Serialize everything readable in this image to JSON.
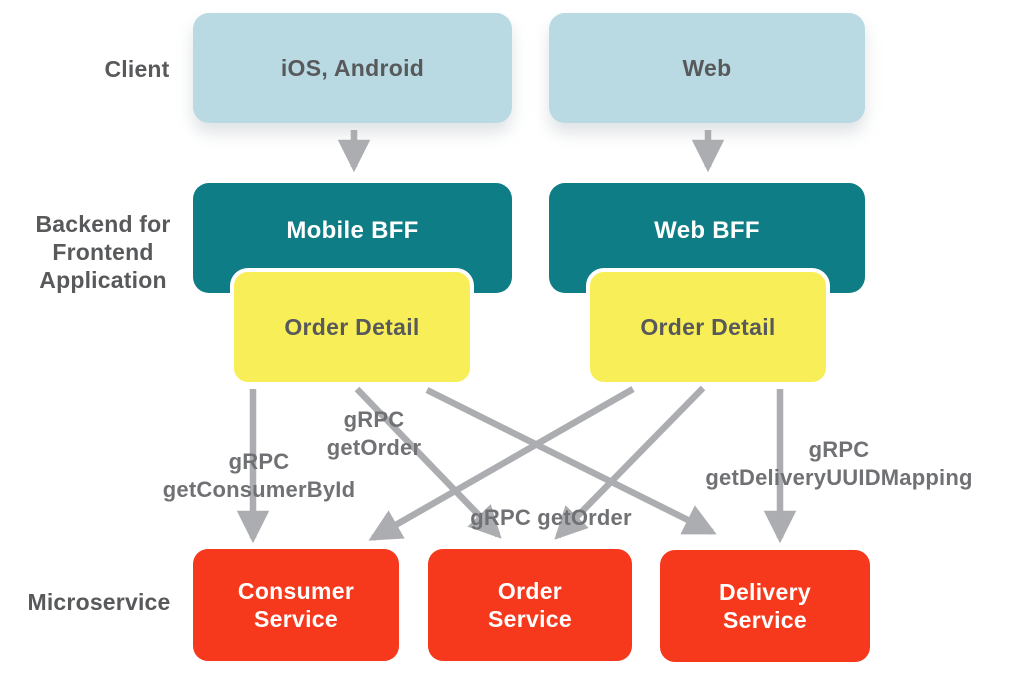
{
  "title": "Backend for Frontend architecture diagram",
  "colors": {
    "client-box": "#b9d9e3",
    "bff-box": "#0e7d85",
    "detail-box": "#f8ee58",
    "service-box": "#f6391c",
    "arrow": "#abadb0",
    "label-dark": "#58595b",
    "label-mid": "#707174",
    "text-on-dark": "#ffffff",
    "bg": "#ffffff"
  },
  "layers": {
    "client": {
      "label": "Client",
      "boxes": [
        {
          "label": "iOS, Android"
        },
        {
          "label": "Web"
        }
      ]
    },
    "bff": {
      "label": "Backend for\nFrontend\nApplication",
      "boxes": [
        {
          "label": "Mobile BFF",
          "detail": "Order Detail"
        },
        {
          "label": "Web BFF",
          "detail": "Order Detail"
        }
      ]
    },
    "microservice": {
      "label": "Microservice",
      "boxes": [
        {
          "label": "Consumer\nService"
        },
        {
          "label": "Order\nService"
        },
        {
          "label": "Delivery\nService"
        }
      ]
    }
  },
  "edges": {
    "labels": [
      {
        "id": "get-consumer-by-id",
        "text": "gRPC\ngetConsumerById"
      },
      {
        "id": "get-order-mobile",
        "text": "gRPC\ngetOrder"
      },
      {
        "id": "get-order-shared",
        "text": "gRPC getOrder"
      },
      {
        "id": "get-delivery-uuid-mapping",
        "text": "gRPC\ngetDeliveryUUIDMapping"
      }
    ]
  }
}
